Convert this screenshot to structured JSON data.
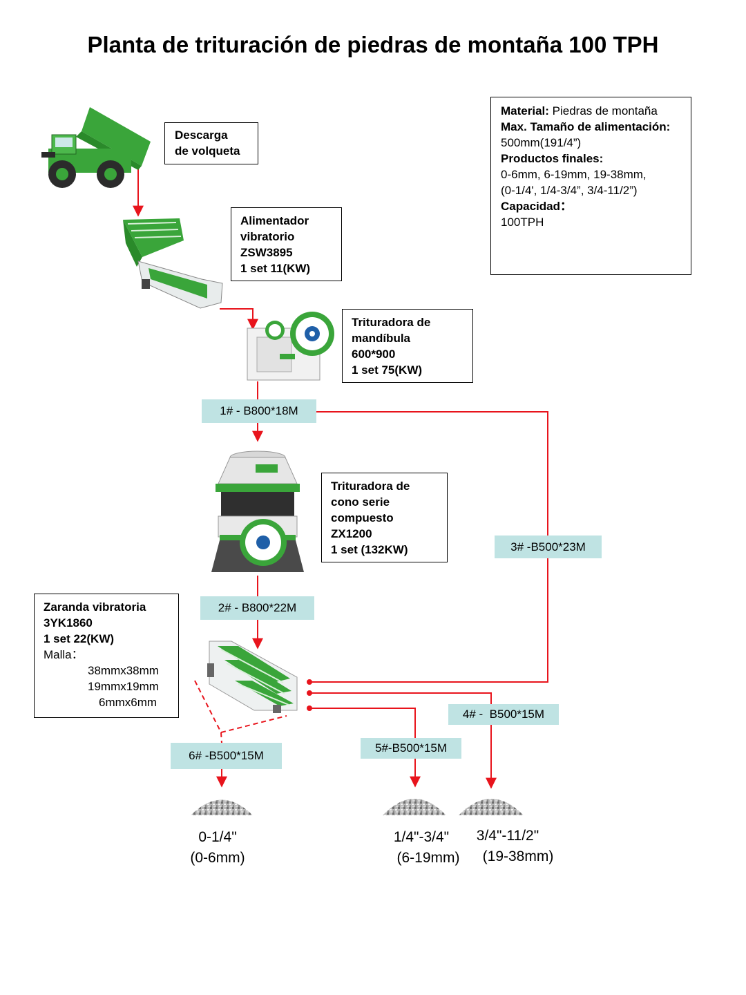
{
  "title": "Planta de trituración de piedras de montaña 100 TPH",
  "info": {
    "material_label": "Material:",
    "material_value": "Piedras de montaña",
    "max_size_label": "Max. Tamaño de alimentación:",
    "max_size_value": "500mm(191/4”)",
    "products_label": "Productos finales:",
    "products_value_1": "0-6mm, 6-19mm, 19-38mm,",
    "products_value_2": "(0-1/4', 1/4-3/4”, 3/4-11/2”)",
    "capacity_label": "Capacidad：",
    "capacity_value": "100TPH"
  },
  "equipment": {
    "truck": {
      "line1": "Descarga",
      "line2": "de volqueta"
    },
    "feeder": {
      "line1": "Alimentador",
      "line2": "vibratorio",
      "line3": "ZSW3895",
      "line4": "1 set 11(KW)"
    },
    "jaw": {
      "line1": "Trituradora de",
      "line2": "mandíbula",
      "line3": "600*900",
      "line4": "1 set 75(KW)"
    },
    "cone": {
      "line1": "Trituradora de",
      "line2": "cono serie",
      "line3": "compuesto",
      "line4": "ZX1200",
      "line5": "1 set  (132KW)"
    },
    "screen": {
      "line1": "Zaranda vibratoria",
      "line2": "3YK1860",
      "line3": "1 set  22(KW)",
      "mesh_label": "Malla：",
      "mesh1": "38mmx38mm",
      "mesh2": "19mmx19mm",
      "mesh3": "6mmx6mm"
    }
  },
  "conveyors": {
    "c1": "1# - B800*18M",
    "c2": "2# - B800*22M",
    "c3": "3# -B500*23M",
    "c4": "4# -  B500*15M",
    "c5": "5#-B500*15M",
    "c6": "6# -B500*15M"
  },
  "products": {
    "p1": {
      "inch": "0-1/4\"",
      "mm": "(0-6mm)"
    },
    "p2": {
      "inch": "1/4\"-3/4\"",
      "mm": "(6-19mm)"
    },
    "p3": {
      "inch": "3/4\"-11/2\"",
      "mm": "(19-38mm)"
    }
  },
  "colors": {
    "flow_line": "#e8141c",
    "conveyor_fill": "#bfe3e3",
    "machine_green": "#3aa53a"
  }
}
